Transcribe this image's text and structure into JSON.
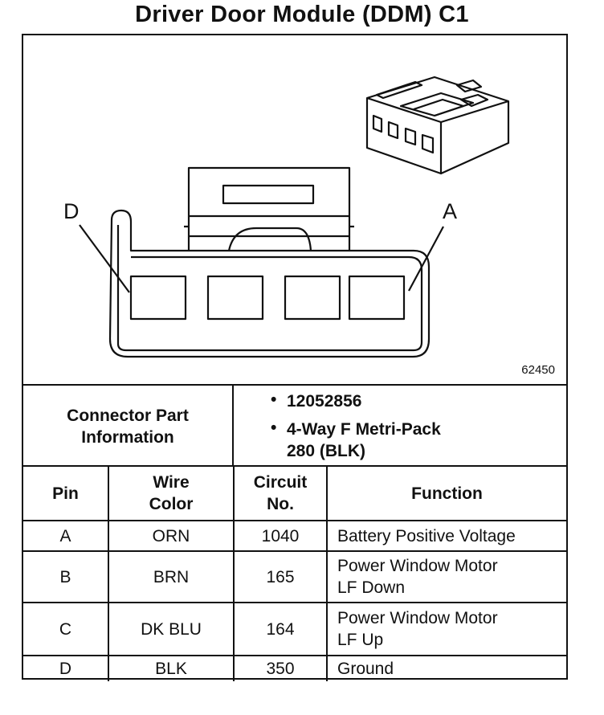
{
  "title": "Driver Door Module (DDM) C1",
  "figure": {
    "id": "62450",
    "pin_labels": {
      "left": "D",
      "right": "A"
    }
  },
  "connector_info": {
    "label_line1": "Connector Part",
    "label_line2": "Information",
    "items": [
      {
        "line1": "12052856",
        "line2": ""
      },
      {
        "line1": "4-Way F Metri-Pack",
        "line2": "280 (BLK)"
      }
    ],
    "bullet": "•"
  },
  "table": {
    "headers": {
      "pin": "Pin",
      "wire_color_1": "Wire",
      "wire_color_2": "Color",
      "circuit_1": "Circuit",
      "circuit_2": "No.",
      "function": "Function"
    },
    "rows": [
      {
        "pin": "A",
        "wire_color": "ORN",
        "circuit": "1040",
        "function_1": "Battery Positive Voltage",
        "function_2": ""
      },
      {
        "pin": "B",
        "wire_color": "BRN",
        "circuit": "165",
        "function_1": "Power Window Motor",
        "function_2": "LF Down"
      },
      {
        "pin": "C",
        "wire_color": "DK BLU",
        "circuit": "164",
        "function_1": "Power Window Motor",
        "function_2": "LF Up"
      },
      {
        "pin": "D",
        "wire_color": "BLK",
        "circuit": "350",
        "function_1": "Ground",
        "function_2": ""
      }
    ]
  }
}
